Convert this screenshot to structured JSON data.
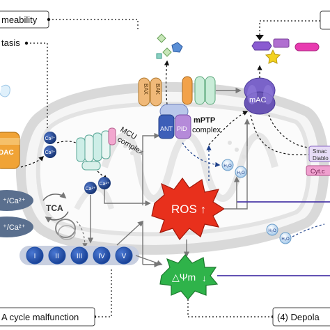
{
  "labels": {
    "permeability": "meability",
    "homeostasis": "tasis",
    "mcu": "MCU",
    "mcu_complex": "complex",
    "bax": "BAX",
    "bak": "BAK",
    "mptp": "mPTP",
    "mptp_complex": "complex",
    "ant": "ANT",
    "pid": "PiD",
    "mac": "mAC",
    "smac": "Smac",
    "diablo": "Diablo",
    "cytc": "Cyt.c",
    "dac": "DAC",
    "tca": "TCA",
    "ros": "ROS",
    "ros_arrow": "↑",
    "dpsi": "△Ψm",
    "dpsi_arrow": "↓",
    "tca_malfunction": "A cycle malfunction",
    "depolarization": "(4) Depola",
    "ca1": "Ca²⁺",
    "ca2": "Ca²⁺",
    "ca_left1": "⁺/Ca²⁺",
    "ca_left2": "⁺/Ca²⁺",
    "h2o": "H₂O"
  },
  "complexes": [
    "I",
    "II",
    "III",
    "IV",
    "V"
  ],
  "colors": {
    "complex_blue": "#1f4fa8",
    "ros_red": "#e8301c",
    "dpsi_green": "#2fb34a",
    "mac_purple": "#6a55b5",
    "ca_navy": "#1c3f8a",
    "line_purple": "#4b3aa8"
  }
}
